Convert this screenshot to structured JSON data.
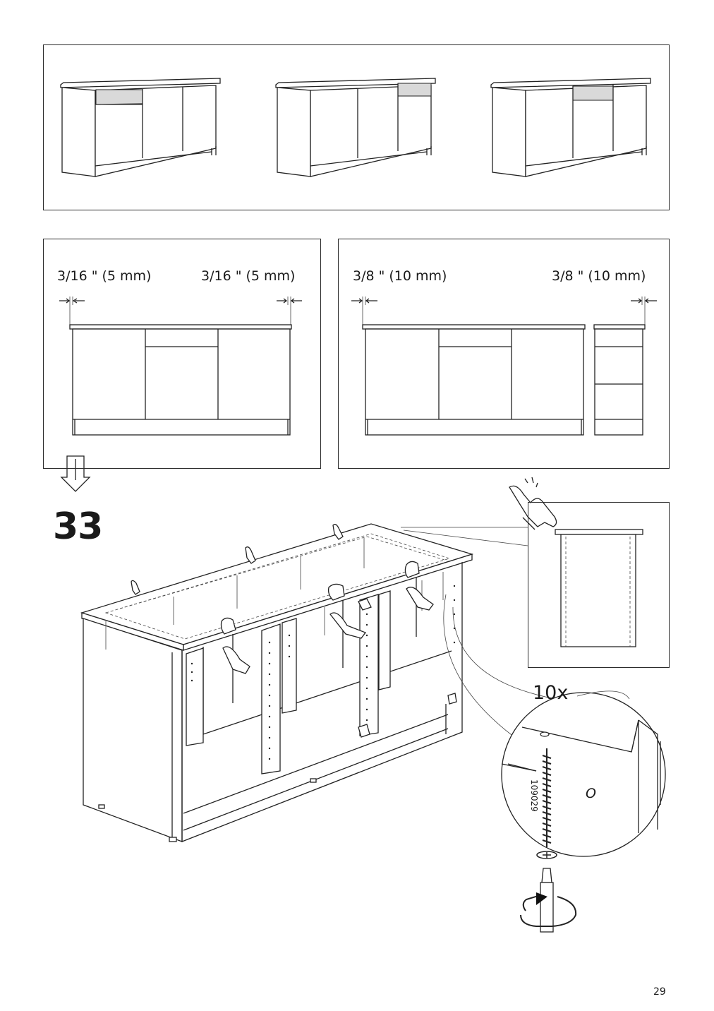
{
  "variants_panel": {
    "cabinets": [
      "left-drawer-variant",
      "right-drawer-variant",
      "middle-drawer-variant"
    ]
  },
  "gap_panel_small": {
    "left_label": "3/16 \" (5 mm)",
    "right_label": "3/16 \" (5 mm)"
  },
  "gap_panel_large": {
    "left_label": "3/8 \" (10 mm)",
    "right_label": "3/8 \" (10 mm)"
  },
  "step": {
    "number": "33",
    "screw_quantity": "10x",
    "part_number": "109029",
    "hole_marker": "O"
  },
  "page": {
    "number": "29"
  },
  "icons": [
    "down-arrow-icon",
    "hand-press-icon",
    "rotate-screwdriver-icon",
    "screw-icon",
    "clamp-icon"
  ]
}
